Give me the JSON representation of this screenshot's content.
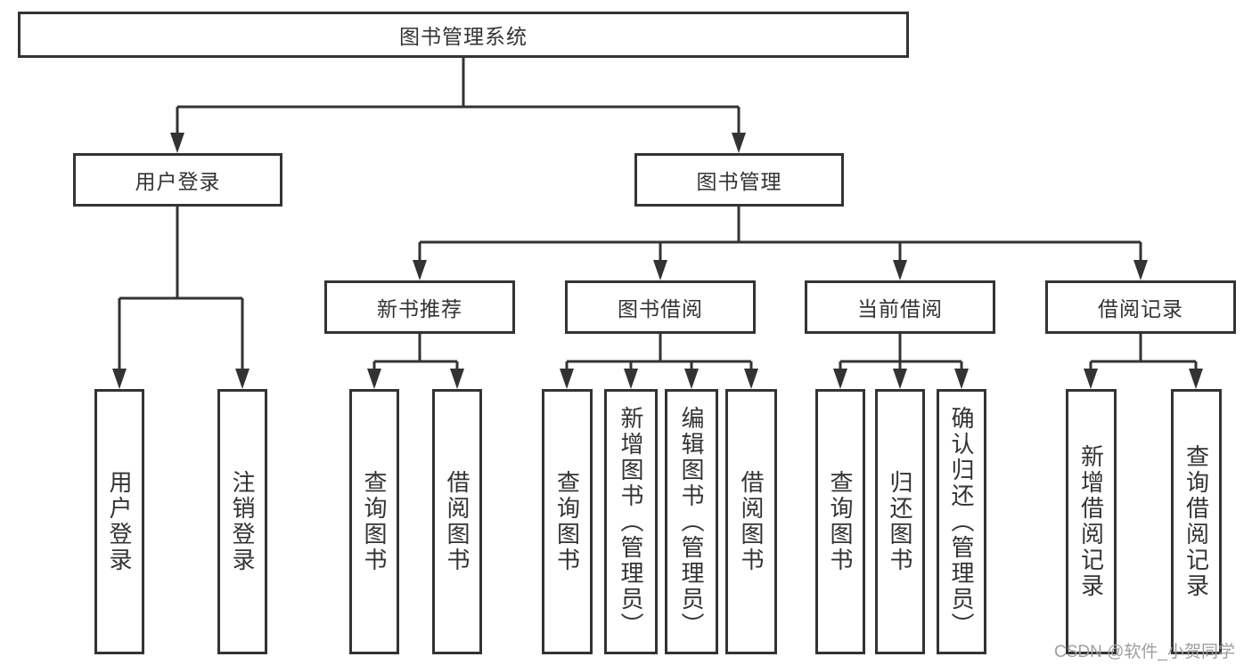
{
  "diagram_title": "图书管理系统",
  "tree": {
    "label": "图书管理系统",
    "children": [
      {
        "label": "用户登录",
        "children": [
          {
            "label": "用户登录"
          },
          {
            "label": "注销登录"
          }
        ]
      },
      {
        "label": "图书管理",
        "children": [
          {
            "label": "新书推荐",
            "children": [
              {
                "label": "查询图书"
              },
              {
                "label": "借阅图书"
              }
            ]
          },
          {
            "label": "图书借阅",
            "children": [
              {
                "label": "查询图书"
              },
              {
                "label": "新增图书（管理员）"
              },
              {
                "label": "编辑图书（管理员）"
              },
              {
                "label": "借阅图书"
              }
            ]
          },
          {
            "label": "当前借阅",
            "children": [
              {
                "label": "查询图书"
              },
              {
                "label": "归还图书"
              },
              {
                "label": "确认归还（管理员）"
              }
            ]
          },
          {
            "label": "借阅记录",
            "children": [
              {
                "label": "新增借阅记录"
              },
              {
                "label": "查询借阅记录"
              }
            ]
          }
        ]
      }
    ]
  },
  "watermark": {
    "text": "CSDN @软件_小贺同学"
  },
  "colors": {
    "line": "#333333",
    "box_border": "#333333",
    "text": "#333333",
    "background": "#ffffff",
    "watermark": "#9e9e9e"
  }
}
